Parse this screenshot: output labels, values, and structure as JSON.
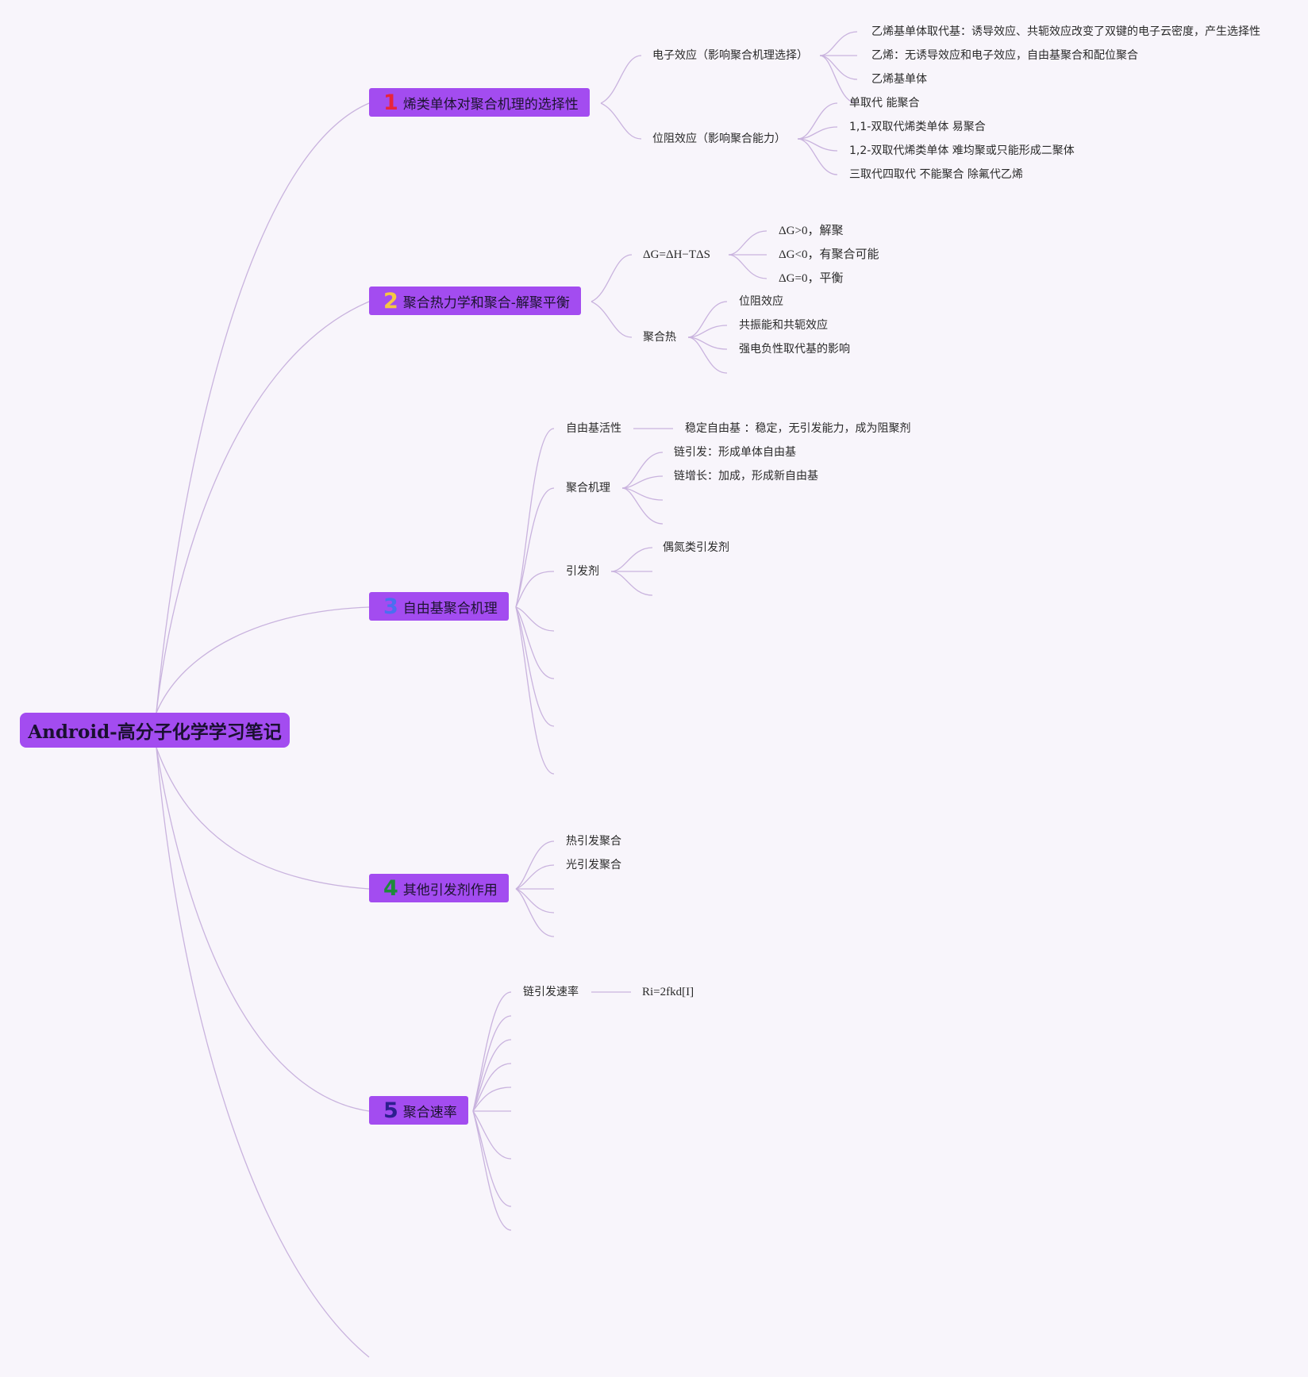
{
  "root": {
    "title": "Android-高分子化学学习笔记"
  },
  "colors": {
    "background": "#f8f5fb",
    "node_fill": "#a34cf0",
    "connector": "#c9b3de",
    "num_1": "#e8243c",
    "num_2": "#f5c742",
    "num_3": "#4a6ff0",
    "num_4": "#1e8a3a",
    "num_5": "#2d1f8f"
  },
  "topics": [
    {
      "num": "1",
      "label": "烯类单体对聚合机理的选择性",
      "children": [
        {
          "label": "电子效应（影响聚合机理选择）",
          "children": [
            "乙烯基单体取代基：诱导效应、共轭效应改变了双键的电子云密度，产生选择性",
            "乙烯：无诱导效应和电子效应，自由基聚合和配位聚合",
            "乙烯基单体"
          ]
        },
        {
          "label": "位阻效应（影响聚合能力）",
          "children": [
            "单取代 能聚合",
            "1,1-双取代烯类单体 易聚合",
            "1,2-双取代烯类单体 难均聚或只能形成二聚体",
            "三取代四取代 不能聚合 除氟代乙烯"
          ]
        }
      ]
    },
    {
      "num": "2",
      "label": "聚合热力学和聚合-解聚平衡",
      "children": [
        {
          "label": "ΔG=ΔH−TΔS",
          "children": [
            "ΔG>0，解聚",
            "ΔG<0，有聚合可能",
            "ΔG=0，平衡"
          ]
        },
        {
          "label": "聚合热",
          "children": [
            "位阻效应",
            "共振能和共轭效应",
            "强电负性取代基的影响"
          ]
        }
      ]
    },
    {
      "num": "3",
      "label": "自由基聚合机理",
      "children": [
        {
          "label": "自由基活性",
          "children": [
            "稳定自由基 ：稳定，无引发能力，成为阻聚剂"
          ]
        },
        {
          "label": "聚合机理",
          "children": [
            "链引发：形成单体自由基",
            "链增长：加成，形成新自由基"
          ]
        },
        {
          "label": "引发剂",
          "children": [
            "偶氮类引发剂"
          ]
        }
      ]
    },
    {
      "num": "4",
      "label": "其他引发剂作用",
      "children": [
        {
          "label": "热引发聚合",
          "children": []
        },
        {
          "label": "光引发聚合",
          "children": []
        }
      ]
    },
    {
      "num": "5",
      "label": "聚合速率",
      "children": [
        {
          "label": "链引发速率",
          "children": [
            "Ri=2fkd[I]"
          ]
        }
      ]
    }
  ]
}
